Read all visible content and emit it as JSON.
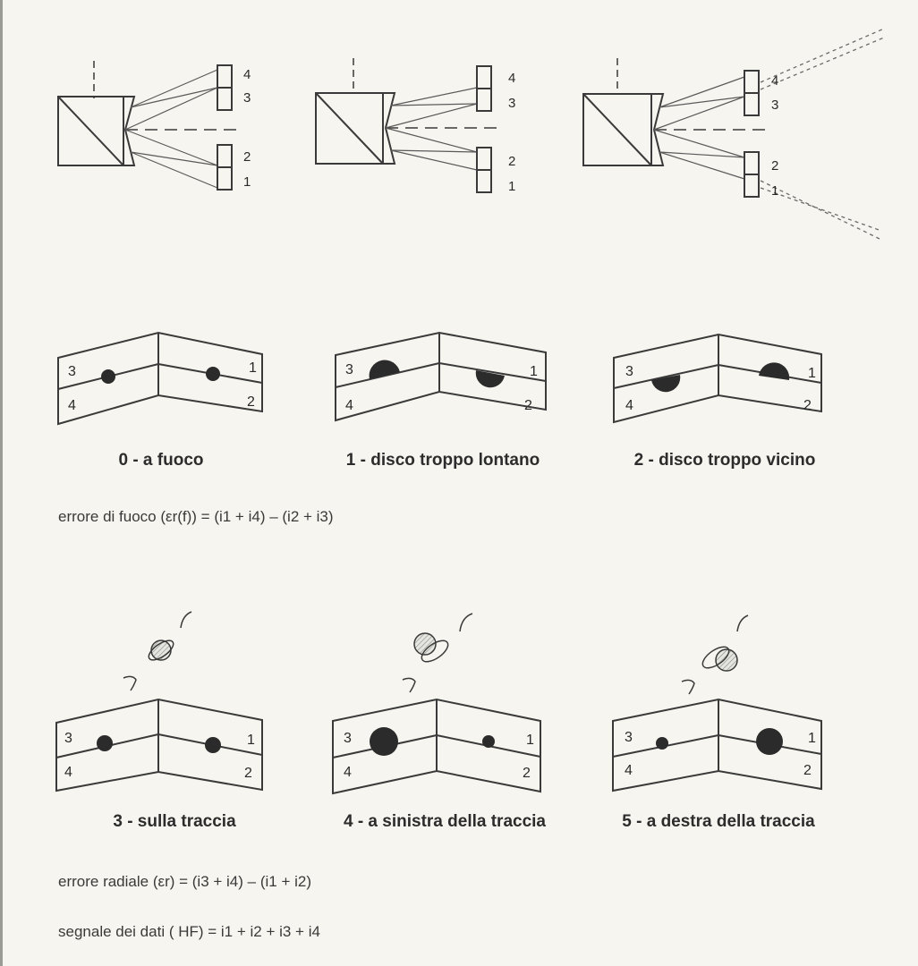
{
  "colors": {
    "paper": "#f6f5ef",
    "ink": "#2a2a2a",
    "spot": "#2b2b2b",
    "hatch": "#8a8a8a"
  },
  "optics": {
    "photodiode_labels": {
      "upper_top": "4",
      "upper_bottom": "3",
      "lower_top": "2",
      "lower_bottom": "1"
    }
  },
  "focus_section": {
    "quadrant_labels": {
      "top_left": "3",
      "bottom_left": "4",
      "top_right": "1",
      "bottom_right": "2"
    },
    "captions": [
      "0 - a fuoco",
      "1 - disco troppo lontano",
      "2 - disco troppo vicino"
    ],
    "formula": "errore di fuoco (εr(f)) = (i1 + i4) – (i2 + i3)"
  },
  "tracking_section": {
    "quadrant_labels": {
      "top_left": "3",
      "bottom_left": "4",
      "top_right": "1",
      "bottom_right": "2"
    },
    "captions": [
      "3 - sulla traccia",
      "4 - a sinistra della traccia",
      "5 - a destra della traccia"
    ],
    "formula_radial": "errore radiale (εr) = (i3 + i4) – (i1 + i2)",
    "formula_data": "segnale dei dati ( HF) = i1 + i2 + i3 + i4"
  }
}
